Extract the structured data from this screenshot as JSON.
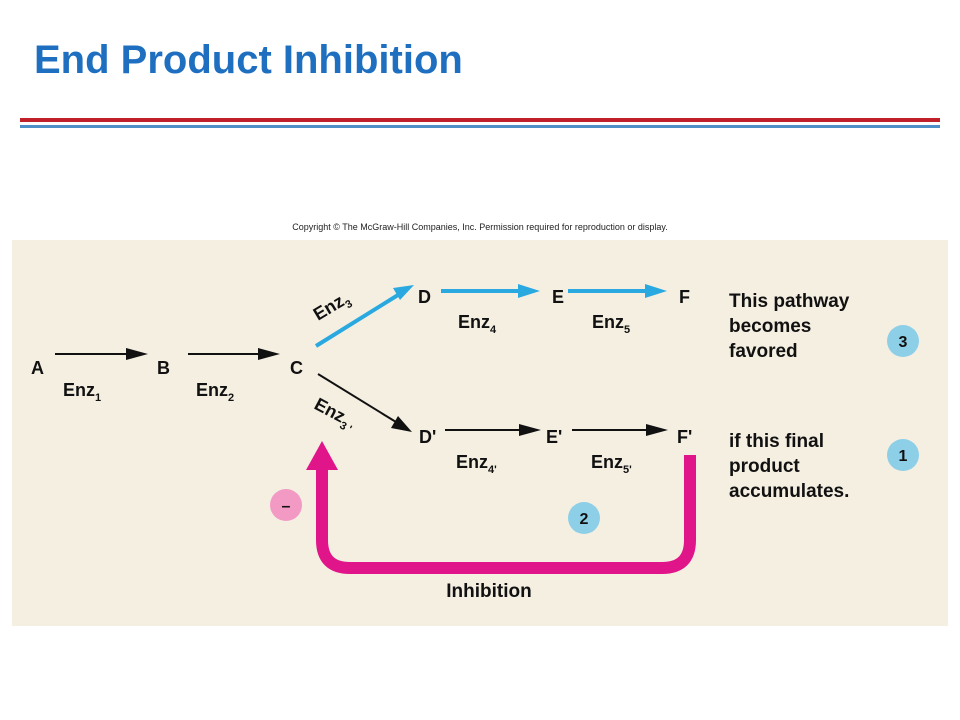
{
  "header": {
    "title": "End Product Inhibition",
    "copyright": "Copyright © The McGraw-Hill Companies, Inc. Permission required for reproduction or display."
  },
  "nodes": {
    "A": "A",
    "B": "B",
    "C": "C",
    "D": "D",
    "E": "E",
    "F": "F",
    "D2": "D'",
    "E2": "E'",
    "F2": "F'"
  },
  "enzymes": {
    "enz1": {
      "base": "Enz",
      "sub": "1"
    },
    "enz2": {
      "base": "Enz",
      "sub": "2"
    },
    "enz3": {
      "base": "Enz",
      "sub": "3"
    },
    "enz3p": {
      "base": "Enz",
      "sub": "3 '"
    },
    "enz4": {
      "base": "Enz",
      "sub": "4"
    },
    "enz5": {
      "base": "Enz",
      "sub": "5"
    },
    "enz4p": {
      "base": "Enz",
      "sub": "4'"
    },
    "enz5p": {
      "base": "Enz",
      "sub": "5'"
    }
  },
  "side_text": {
    "top": [
      "This pathway",
      "becomes",
      "favored"
    ],
    "bottom": [
      "if this final",
      "product",
      "accumulates."
    ]
  },
  "badges": {
    "b3": "3",
    "b1": "1",
    "b2": "2",
    "minus": "–"
  },
  "inhibition_label": "Inhibition",
  "colors": {
    "title": "#1f6fc0",
    "blue_arrow": "#29a9e0",
    "magenta_arrow": "#e0158a",
    "badge": "#8ecfe8",
    "minus_badge": "#f39ac4",
    "panel": "#f5efe2"
  }
}
